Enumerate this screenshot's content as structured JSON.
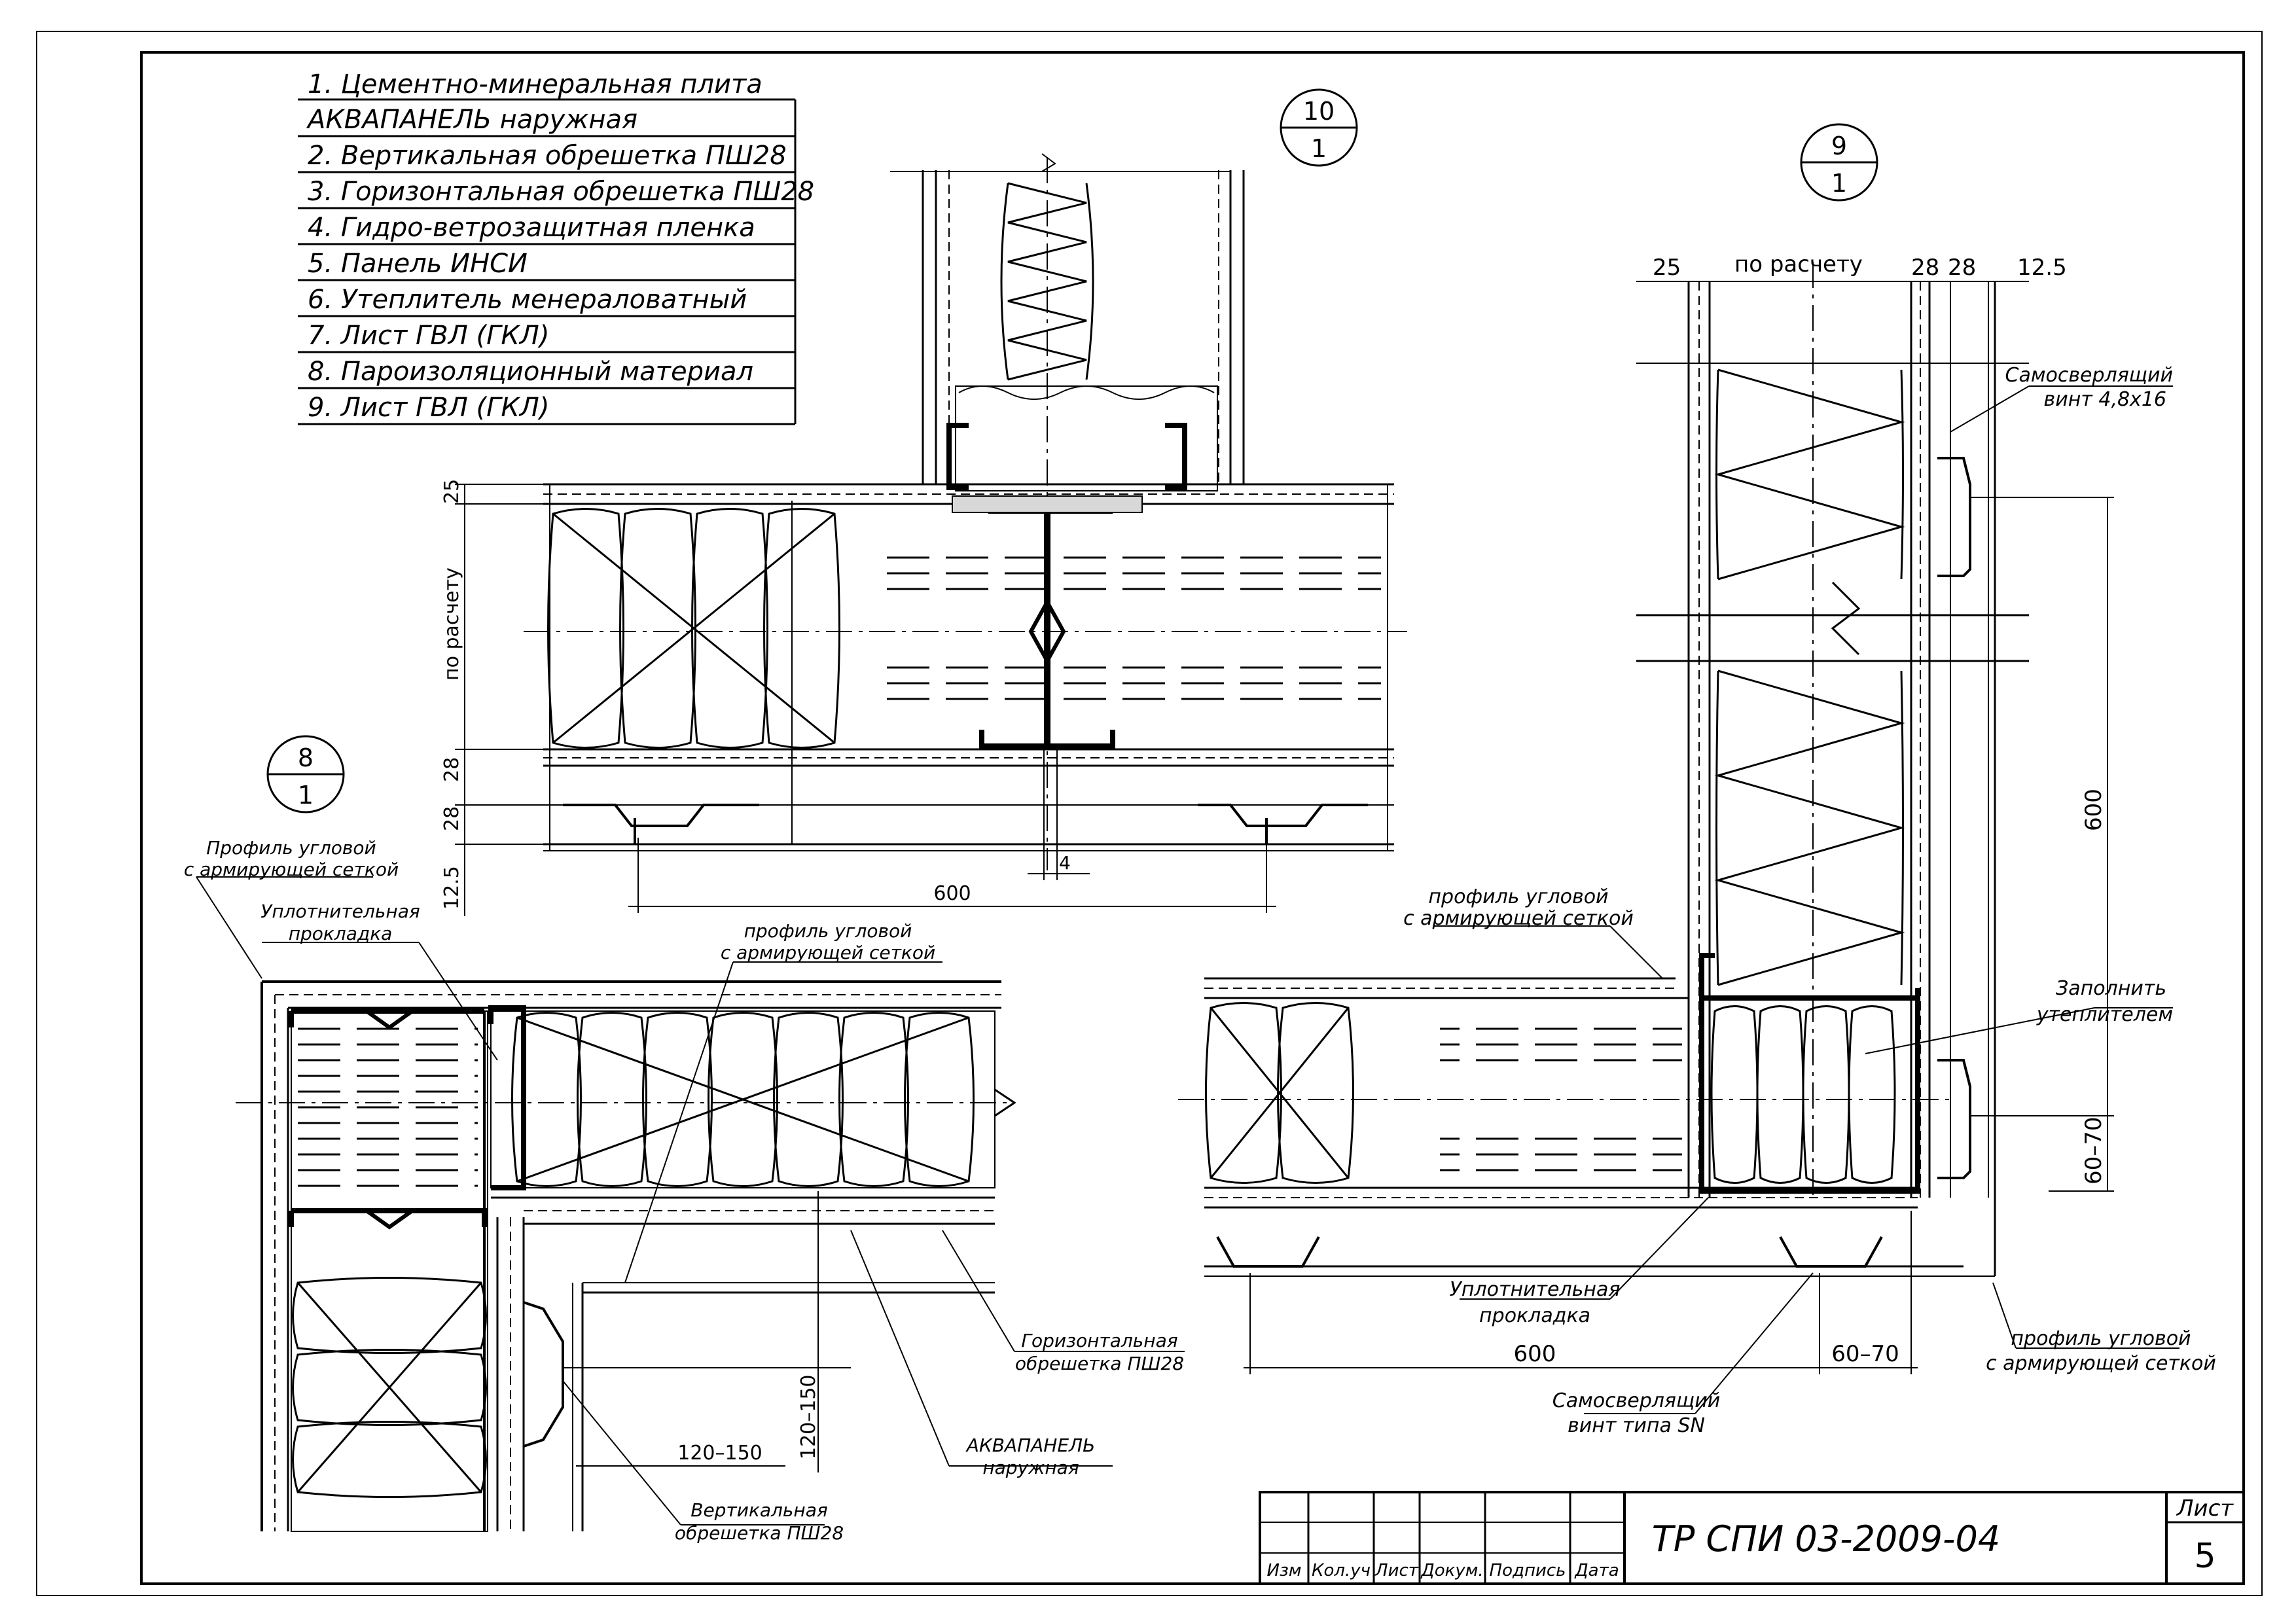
{
  "legend": {
    "items": [
      "1. Цементно-минеральная плита",
      "АКВАПАНЕЛЬ наружная",
      "2. Вертикальная обрешетка ПШ28",
      "3. Горизонтальная обрешетка ПШ28",
      "4. Гидро-ветрозащитная пленка",
      "5. Панель ИНСИ",
      "6. Утеплитель менераловатный",
      "7. Лист ГВЛ (ГКЛ)",
      "8. Пароизоляционный материал",
      "9. Лист ГВЛ (ГКЛ)"
    ]
  },
  "markers": {
    "m10": {
      "top": "10",
      "bottom": "1"
    },
    "m9": {
      "top": "9",
      "bottom": "1"
    },
    "m8": {
      "top": "8",
      "bottom": "1"
    }
  },
  "detail10": {
    "dim_25": "25",
    "dim_calc": "по расчету",
    "dim_28a": "28",
    "dim_28b": "28",
    "dim_125": "12.5",
    "dim_600": "600",
    "dim_4": "4"
  },
  "detail9": {
    "dim_25": "25",
    "dim_calc": "по расчету",
    "dim_28a": "28",
    "dim_28b": "28",
    "dim_125": "12.5",
    "dim_600v": "600",
    "dim_6070v": "60–70",
    "dim_600h": "600",
    "dim_6070h": "60–70",
    "lbl_screw1": "Самосверлящий",
    "lbl_screw2": "винт 4,8х16",
    "lbl_fill1": "Заполнить",
    "lbl_fill2": "утеплителем",
    "lbl_prof1": "профиль угловой",
    "lbl_prof2": "с армирующей сеткой",
    "lbl_seal1": "Уплотнительная",
    "lbl_seal2": "прокладка",
    "lbl_sn1": "Самосверлящий",
    "lbl_sn2": "винт типа SN",
    "lbl_profb1": "профиль угловой",
    "lbl_profb2": "с армирующей сеткой"
  },
  "detail8": {
    "lbl_corner1": "Профиль угловой",
    "lbl_corner2": "с армирующей сеткой",
    "lbl_seal1": "Уплотнительная",
    "lbl_seal2": "прокладка",
    "lbl_prof1": "профиль угловой",
    "lbl_prof2": "с армирующей сеткой",
    "lbl_horiz1": "Горизонтальная",
    "lbl_horiz2": "обрешетка ПШ28",
    "lbl_aqua1": "АКВАПАНЕЛЬ",
    "lbl_aqua2": "наружная",
    "lbl_vert1": "Вертикальная",
    "lbl_vert2": "обрешетка ПШ28",
    "dim_120150h": "120–150",
    "dim_120150v": "120–150"
  },
  "titleblock": {
    "code": "ТР СПИ 03-2009-04",
    "sheet_label": "Лист",
    "sheet_num": "5",
    "cols": [
      "Изм",
      "Кол.уч",
      "Лист",
      "Докум.",
      "Подпись",
      "Дата"
    ]
  }
}
